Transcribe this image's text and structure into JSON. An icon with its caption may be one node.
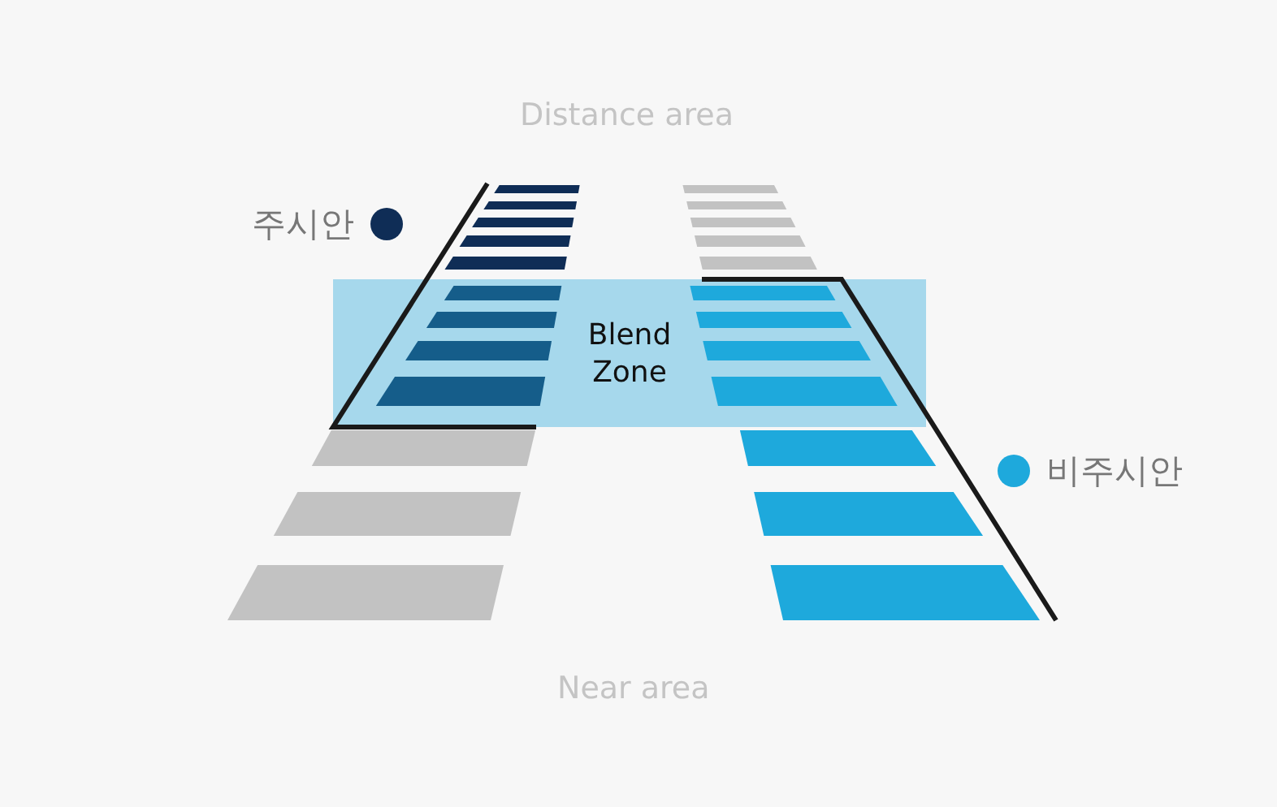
{
  "diagram": {
    "nodes": [
      {
        "text": [
          "Blend Zone"
        ]
      }
    ],
    "edges": [],
    "labels": [
      "Distance area",
      "Near area"
    ],
    "legend": [
      {
        "text": "주시안",
        "color": "#0f2d56"
      },
      {
        "text": "비주시안",
        "color": "#1ea9dc"
      }
    ]
  }
}
